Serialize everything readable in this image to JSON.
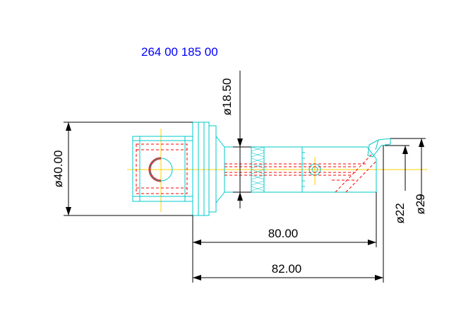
{
  "part_number": "264 00 185 00",
  "dimensions": {
    "shank_diameter": "ø40.00",
    "bore_diameter": "ø18.50",
    "min_diameter": "ø22",
    "max_diameter": "ø29",
    "length_inner": "80.00",
    "length_overall": "82.00"
  },
  "colors": {
    "outline": "#00c8c8",
    "hidden": "#ff0000",
    "centerline": "#ffd200",
    "dimension": "#000000",
    "part_number": "#0000ff"
  }
}
